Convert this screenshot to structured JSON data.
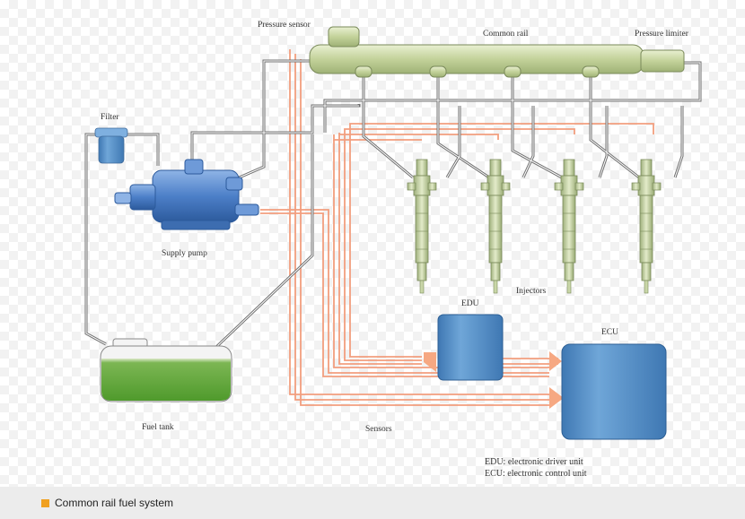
{
  "labels": {
    "pressure_sensor": "Pressure sensor",
    "common_rail": "Common rail",
    "pressure_limiter": "Pressure limiter",
    "filter": "Filter",
    "supply_pump": "Supply pump",
    "injectors": "Injectors",
    "edu": "EDU",
    "ecu": "ECU",
    "fuel_tank": "Fuel tank",
    "sensors": "Sensors"
  },
  "legend": {
    "edu": "EDU: electronic driver unit",
    "ecu": "ECU: electronic control unit"
  },
  "caption": "Common rail fuel system",
  "colors": {
    "rail": "#cfdcaa",
    "injector": "#b9c99a",
    "pipe": "#707070",
    "signal": "#f29e7e",
    "box_blue": "#5f98cf",
    "fuel": "#5fa63a",
    "pump": "#4c7fc8",
    "caption_marker": "#f0a020"
  }
}
